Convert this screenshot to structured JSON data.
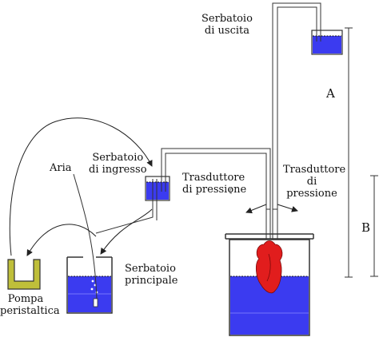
{
  "labels": {
    "serbatoio_uscita": [
      "Serbatoio",
      "di uscita"
    ],
    "serbatoio_ingresso": [
      "Serbatoio",
      "di ingresso"
    ],
    "trasduttore_left": [
      "Trasduttore",
      "di pressione"
    ],
    "trasduttore_right": [
      "Trasduttore",
      "di",
      "pressione"
    ],
    "aria": "Aria",
    "serbatoio_principale": [
      "Serbatoio",
      "principale"
    ],
    "pompa": [
      "Pompa",
      "peristaltica"
    ],
    "dim_a": "A",
    "dim_b": "B"
  },
  "colors": {
    "water": "#3b3bf0",
    "heart": "#e11d1d",
    "pump": "#bfbf3a",
    "line": "#333333"
  }
}
